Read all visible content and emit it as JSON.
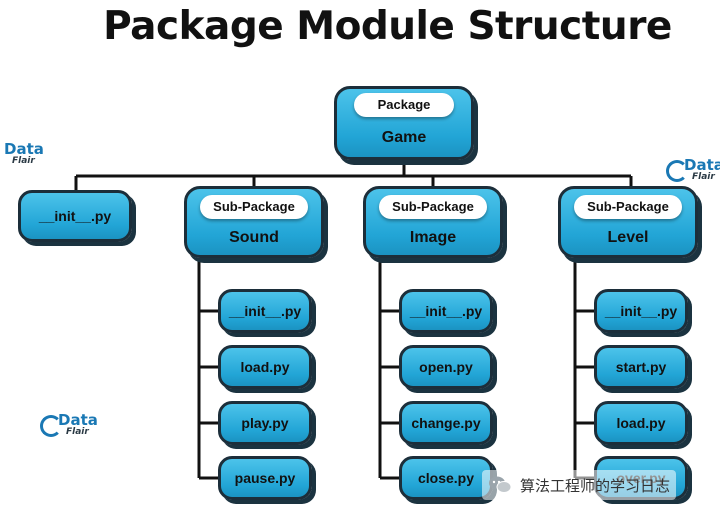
{
  "title": "Package Module Structure",
  "root": {
    "tag": "Package",
    "name": "Game"
  },
  "top_init": "__init__.py",
  "subpackages": [
    {
      "tag": "Sub-Package",
      "name": "Sound",
      "files": [
        "__init__.py",
        "load.py",
        "play.py",
        "pause.py"
      ]
    },
    {
      "tag": "Sub-Package",
      "name": "Image",
      "files": [
        "__init__.py",
        "open.py",
        "change.py",
        "close.py"
      ]
    },
    {
      "tag": "Sub-Package",
      "name": "Level",
      "files": [
        "__init__.py",
        "start.py",
        "load.py",
        "over.py"
      ]
    }
  ],
  "watermark": {
    "brand_top": "Data",
    "brand_bottom": "Flair"
  },
  "wechat_label": "算法工程师的学习日志",
  "colors": {
    "box": "#22a5d6",
    "border": "#1c2e3a",
    "line": "#111111"
  }
}
